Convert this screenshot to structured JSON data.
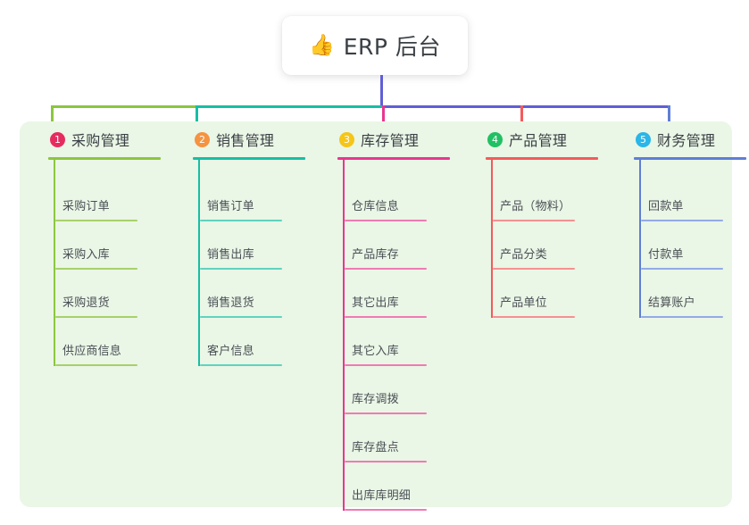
{
  "diagram": {
    "type": "mind-map",
    "root": {
      "icon": "thumbs-up-icon",
      "emoji": "👍",
      "title": "ERP 后台"
    },
    "page_background": "#ffffff",
    "panel_background": "#eaf6e6",
    "branches": [
      {
        "index": "1",
        "title": "采购管理",
        "badge_color": "#e62c5f",
        "line_color": "#8cc63f",
        "leaf_color": "#a8d16b",
        "items": [
          {
            "label": "采购订单"
          },
          {
            "label": "采购入库"
          },
          {
            "label": "采购退货"
          },
          {
            "label": "供应商信息"
          }
        ]
      },
      {
        "index": "2",
        "title": "销售管理",
        "badge_color": "#f59340",
        "line_color": "#16bfa4",
        "leaf_color": "#5fd3c0",
        "items": [
          {
            "label": "销售订单"
          },
          {
            "label": "销售出库"
          },
          {
            "label": "销售退货"
          },
          {
            "label": "客户信息"
          }
        ]
      },
      {
        "index": "3",
        "title": "库存管理",
        "badge_color": "#f5c518",
        "line_color": "#e8378f",
        "leaf_color": "#ef7bb4",
        "items": [
          {
            "label": "仓库信息"
          },
          {
            "label": "产品库存"
          },
          {
            "label": "其它出库"
          },
          {
            "label": "其它入库"
          },
          {
            "label": "库存调拨"
          },
          {
            "label": "库存盘点"
          },
          {
            "label": "出库库明细"
          }
        ]
      },
      {
        "index": "4",
        "title": "产品管理",
        "badge_color": "#21c064",
        "line_color": "#f45b5b",
        "leaf_color": "#f59191",
        "items": [
          {
            "label": "产品（物料）"
          },
          {
            "label": "产品分类"
          },
          {
            "label": "产品单位"
          }
        ]
      },
      {
        "index": "5",
        "title": "财务管理",
        "badge_color": "#29b6e8",
        "line_color": "#5f7fd6",
        "leaf_color": "#93abe6",
        "items": [
          {
            "label": "回款单"
          },
          {
            "label": "付款单"
          },
          {
            "label": "结算账户"
          }
        ]
      }
    ],
    "connectors": {
      "root_stem_color": "#5f5fd6",
      "bus_segments": [
        {
          "color": "#8cc63f",
          "from": "branch-1",
          "to": "branch-2"
        },
        {
          "color": "#16bfa4",
          "from": "branch-2",
          "to": "branch-3"
        },
        {
          "color": "#5f5fd6",
          "from": "branch-3",
          "to": "branch-5"
        }
      ]
    }
  }
}
